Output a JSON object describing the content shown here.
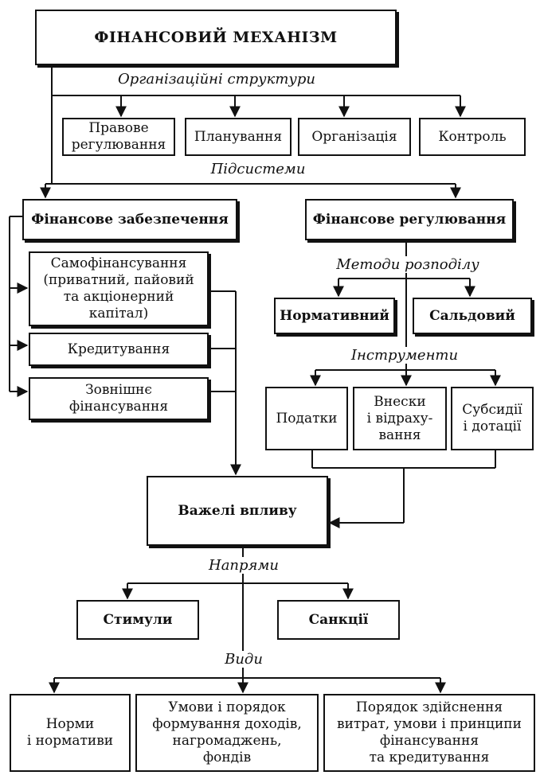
{
  "title": "ФІНАНСОВИЙ МЕХАНІЗМ",
  "labels": {
    "org_structures": "Організаційні структури",
    "subsystems": "Підсистеми",
    "distribution_methods": "Методи розподілу",
    "instruments": "Інструменти",
    "directions": "Напрями",
    "kinds": "Види"
  },
  "org": {
    "legal": "Правове\nрегулювання",
    "planning": "Планування",
    "organization": "Організація",
    "control": "Контроль"
  },
  "subsystems": {
    "provision": "Фінансове забезпечення",
    "regulation": "Фінансове регулювання"
  },
  "provision_items": {
    "self_financing": "Самофінансування\n(приватний, пайовий\nта акціонерний\nкапітал)",
    "crediting": "Кредитування",
    "external": "Зовнішнє\nфінансування"
  },
  "methods": {
    "normative": "Нормативний",
    "balance": "Сальдовий"
  },
  "instruments": {
    "taxes": "Податки",
    "contributions": "Внески\nі відраху-\nвання",
    "subsidies": "Субсидії\nі дотації"
  },
  "levers": "Важелі впливу",
  "directions": {
    "incentives": "Стимули",
    "sanctions": "Санкції"
  },
  "kinds": {
    "norms": "Норми\nі нормативи",
    "income_conditions": "Умови і порядок\nформування доходів,\nнагромаджень,\nфондів",
    "expense_order": "Порядок здійснення\nвитрат, умови і принципи\nфінансування\nта кредитування"
  }
}
